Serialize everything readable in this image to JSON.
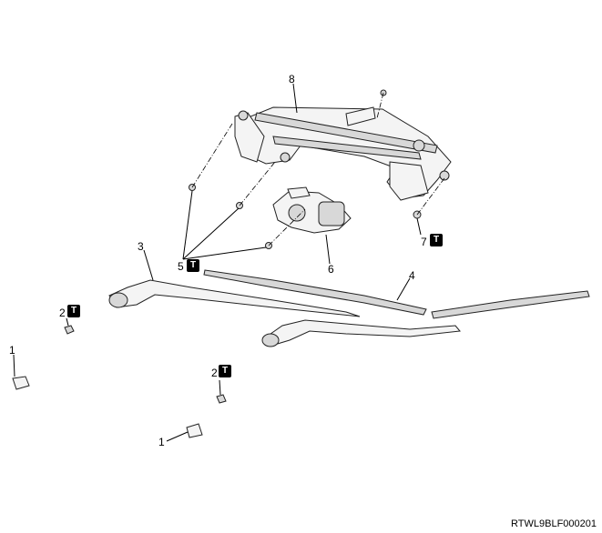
{
  "callouts": [
    {
      "id": "1a",
      "label": "1"
    },
    {
      "id": "1b",
      "label": "1"
    },
    {
      "id": "2a",
      "label": "2"
    },
    {
      "id": "2b",
      "label": "2"
    },
    {
      "id": "3",
      "label": "3"
    },
    {
      "id": "4",
      "label": "4"
    },
    {
      "id": "5",
      "label": "5"
    },
    {
      "id": "6",
      "label": "6"
    },
    {
      "id": "7",
      "label": "7"
    },
    {
      "id": "8",
      "label": "8"
    }
  ],
  "torque_symbol": "T",
  "image_code": "RTWL9BLF000201"
}
